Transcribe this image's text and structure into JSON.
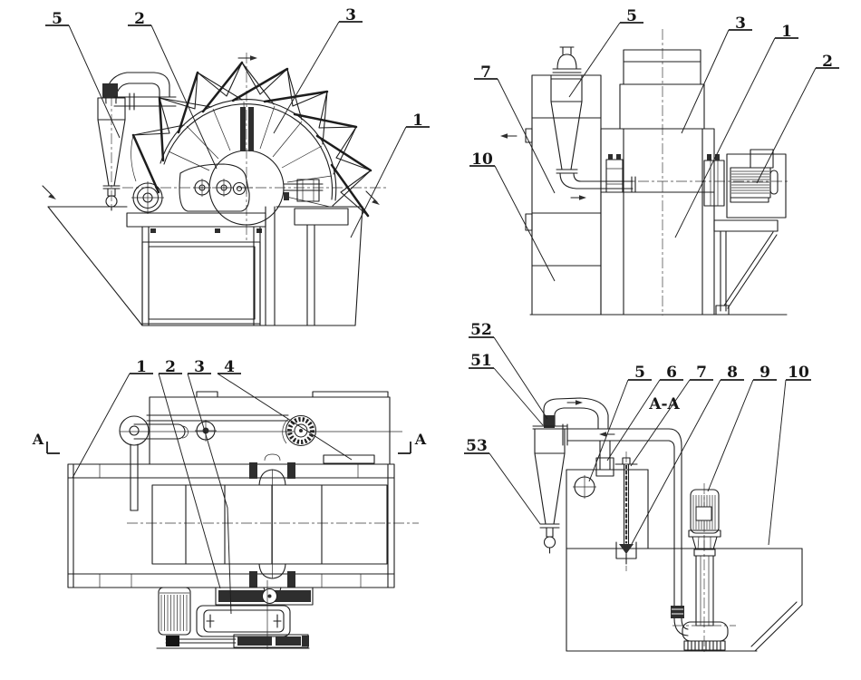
{
  "colors": {
    "background": "#ffffff",
    "ink": "#1d1d1d"
  },
  "views": {
    "front": {
      "labels": {
        "n5": "5",
        "n2": "2",
        "n3": "3",
        "n1": "1"
      }
    },
    "side": {
      "labels": {
        "n7": "7",
        "n10": "10",
        "n5": "5",
        "n3": "3",
        "n1": "1",
        "n2": "2"
      }
    },
    "plan": {
      "labels": {
        "n1": "1",
        "n2": "2",
        "n3": "3",
        "n4": "4"
      },
      "section_marks": {
        "left": "A",
        "right": "A"
      }
    },
    "section": {
      "title": "A-A",
      "labels": {
        "n52": "52",
        "n51": "51",
        "n53": "53",
        "n5": "5",
        "n6": "6",
        "n7": "7",
        "n8": "8",
        "n9": "9",
        "n10": "10"
      }
    }
  }
}
